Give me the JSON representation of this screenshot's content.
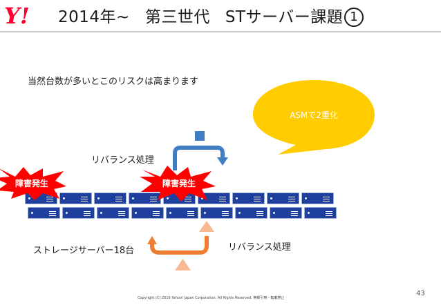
{
  "logo": {
    "mark": "Y!"
  },
  "title": {
    "prefix": "2014年~",
    "main": "第三世代",
    "st": "STサーバー課題",
    "number": "1"
  },
  "intro_text": "当然台数が多いとこのリスクは高まります",
  "bubble_text": "ASMで2重化",
  "rebalance_top": "リバランス処理",
  "rebalance_bottom": "リバランス処理",
  "storage_label": "ストレージサーバー18台",
  "fault_label_1": "障害発生",
  "fault_label_2": "障害発生",
  "servers": {
    "rows": 2,
    "per_row": 9,
    "count": 18
  },
  "colors": {
    "logo_red": "#ff0033",
    "server_blue": "#1f3f9e",
    "arrow_blue": "#3f7ec4",
    "arrow_orange": "#ed7d31",
    "burst_red": "#ff0000",
    "bubble_yellow": "#ffcc00",
    "triangle_peach": "#f8b891"
  },
  "page_number": "43",
  "copyright": "Copyright (C) 2016 Yahoo! Japan Corporation. All Rights Reserved. 無断引用・転載禁止"
}
